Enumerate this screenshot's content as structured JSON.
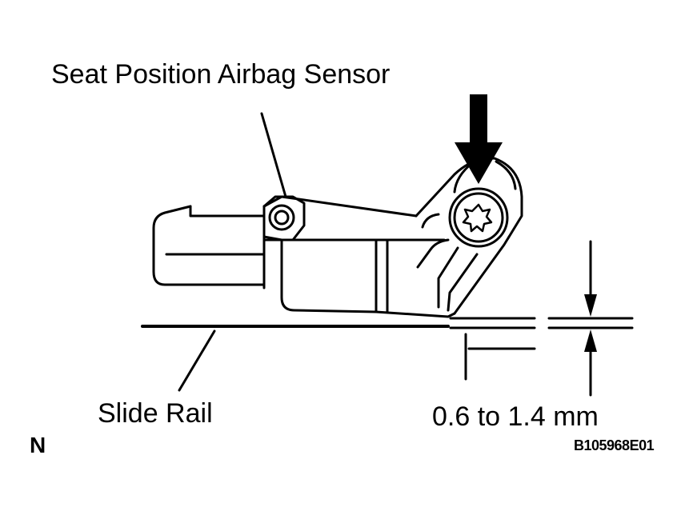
{
  "labels": {
    "sensor": "Seat Position Airbag Sensor",
    "slide_rail": "Slide Rail",
    "gap_spec": "0.6 to 1.4 mm",
    "north_marker": "N",
    "figure_code": "B105968E01"
  },
  "colors": {
    "line": "#000000",
    "background": "#ffffff"
  }
}
